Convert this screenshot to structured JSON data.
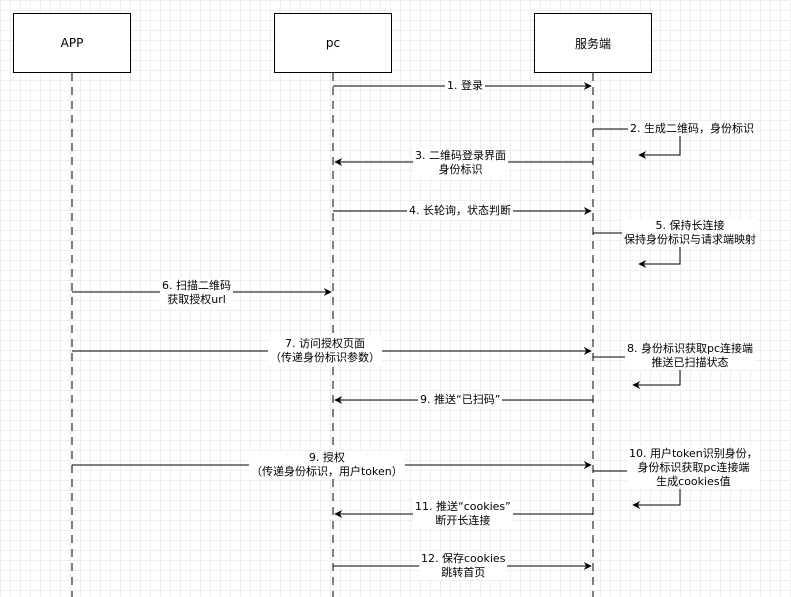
{
  "actors": [
    {
      "id": "app",
      "label": "APP"
    },
    {
      "id": "pc",
      "label": "pc"
    },
    {
      "id": "server",
      "label": "服务端"
    }
  ],
  "messages": [
    {
      "id": "m1",
      "text": "1. 登录"
    },
    {
      "id": "m2",
      "text": "2. 生成二维码，身份标识"
    },
    {
      "id": "m3",
      "text": "3. 二维码登录界面\n身份标识"
    },
    {
      "id": "m4",
      "text": "4. 长轮询，状态判断"
    },
    {
      "id": "m5",
      "text": "5. 保持长连接\n保持身份标识与请求端映射"
    },
    {
      "id": "m6",
      "text": "6. 扫描二维码\n获取授权url"
    },
    {
      "id": "m7",
      "text": "7. 访问授权页面\n（传递身份标识参数）"
    },
    {
      "id": "m8",
      "text": "8. 身份标识获取pc连接端\n推送已扫描状态"
    },
    {
      "id": "m9a",
      "text": "9. 推送“已扫码”"
    },
    {
      "id": "m9b",
      "text": "9. 授权\n（传递身份标识，用户token）"
    },
    {
      "id": "m10",
      "text": "10. 用户token识别身份，\n身份标识获取pc连接端\n生成cookies值"
    },
    {
      "id": "m11",
      "text": "11. 推送“cookies”\n断开长连接"
    },
    {
      "id": "m12",
      "text": "12. 保存cookies\n跳转首页"
    }
  ]
}
